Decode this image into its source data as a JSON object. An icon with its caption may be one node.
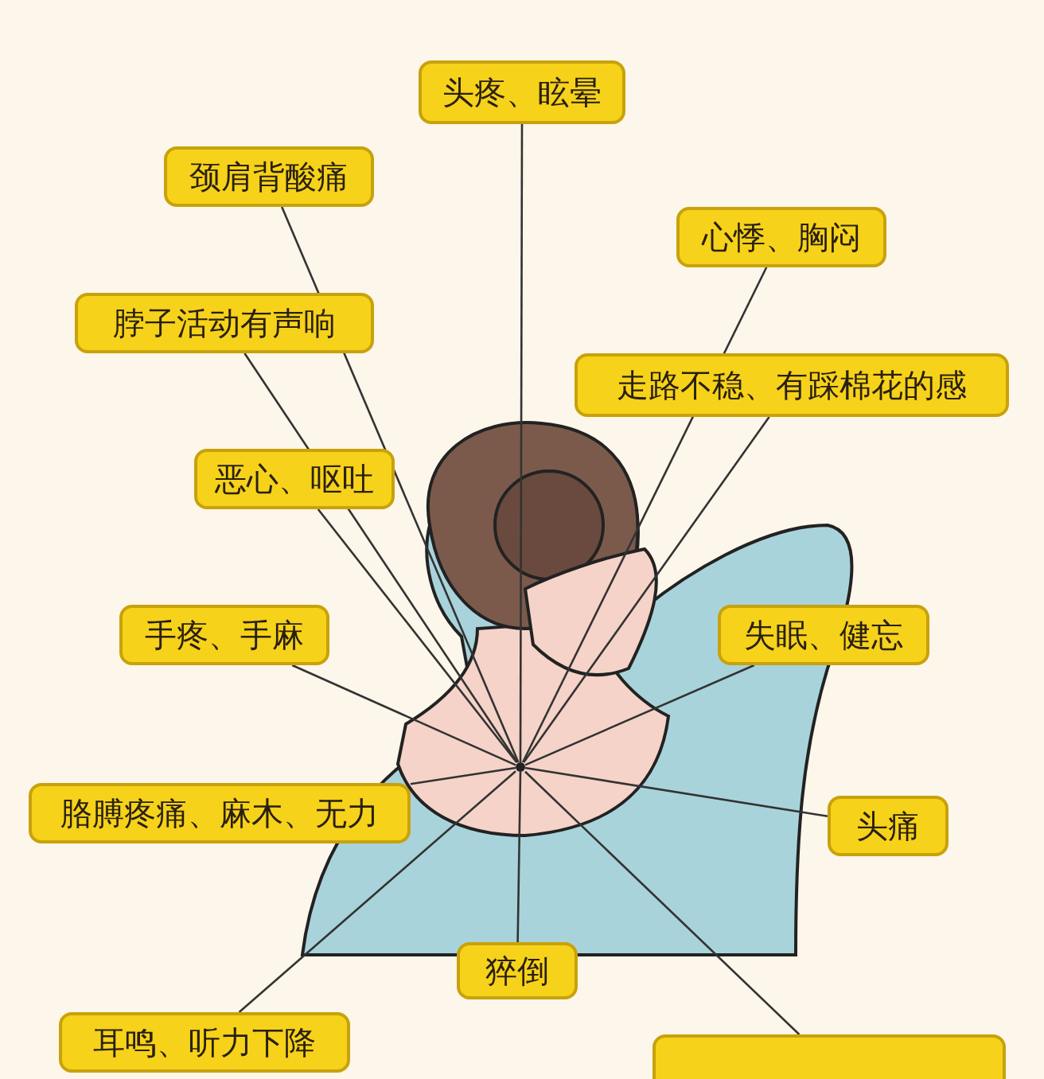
{
  "diagram": {
    "nodes": [
      {
        "text": [
          "头疼、眩晕"
        ]
      },
      {
        "text": [
          "颈肩背酸痛"
        ]
      },
      {
        "text": [
          "心悸、胸闷"
        ]
      },
      {
        "text": [
          "脖子活动有声响"
        ]
      },
      {
        "text": [
          "走路不稳、有踩棉花的感"
        ]
      },
      {
        "text": [
          "恶心、呕吐"
        ]
      },
      {
        "text": [
          "手疼、手麻"
        ]
      },
      {
        "text": [
          "失眠、健忘"
        ]
      },
      {
        "text": [
          "胳膊疼痛、麻木、无力"
        ]
      },
      {
        "text": [
          "头痛"
        ]
      },
      {
        "text": [
          "猝倒"
        ]
      },
      {
        "text": [
          "耳鸣、听力下降"
        ]
      },
      {
        "text": [],
        "shape": "box"
      },
      {
        "text": [],
        "shape": "circle"
      }
    ],
    "edges": [
      {
        "from": 0,
        "to": 13,
        "arrow": "none"
      },
      {
        "from": 1,
        "to": 13,
        "arrow": "none"
      },
      {
        "from": 2,
        "to": 13,
        "arrow": "none"
      },
      {
        "from": 3,
        "to": 13,
        "arrow": "none"
      },
      {
        "from": 4,
        "to": 13,
        "arrow": "none"
      },
      {
        "from": 5,
        "to": 13,
        "arrow": "none"
      },
      {
        "from": 6,
        "to": 13,
        "arrow": "none"
      },
      {
        "from": 7,
        "to": 13,
        "arrow": "none"
      },
      {
        "from": 8,
        "to": 13,
        "arrow": "none"
      },
      {
        "from": 9,
        "to": 13,
        "arrow": "none"
      },
      {
        "from": 10,
        "to": 13,
        "arrow": "none"
      },
      {
        "from": 11,
        "to": 13,
        "arrow": "none"
      },
      {
        "from": 12,
        "to": 13,
        "arrow": "none"
      }
    ]
  }
}
